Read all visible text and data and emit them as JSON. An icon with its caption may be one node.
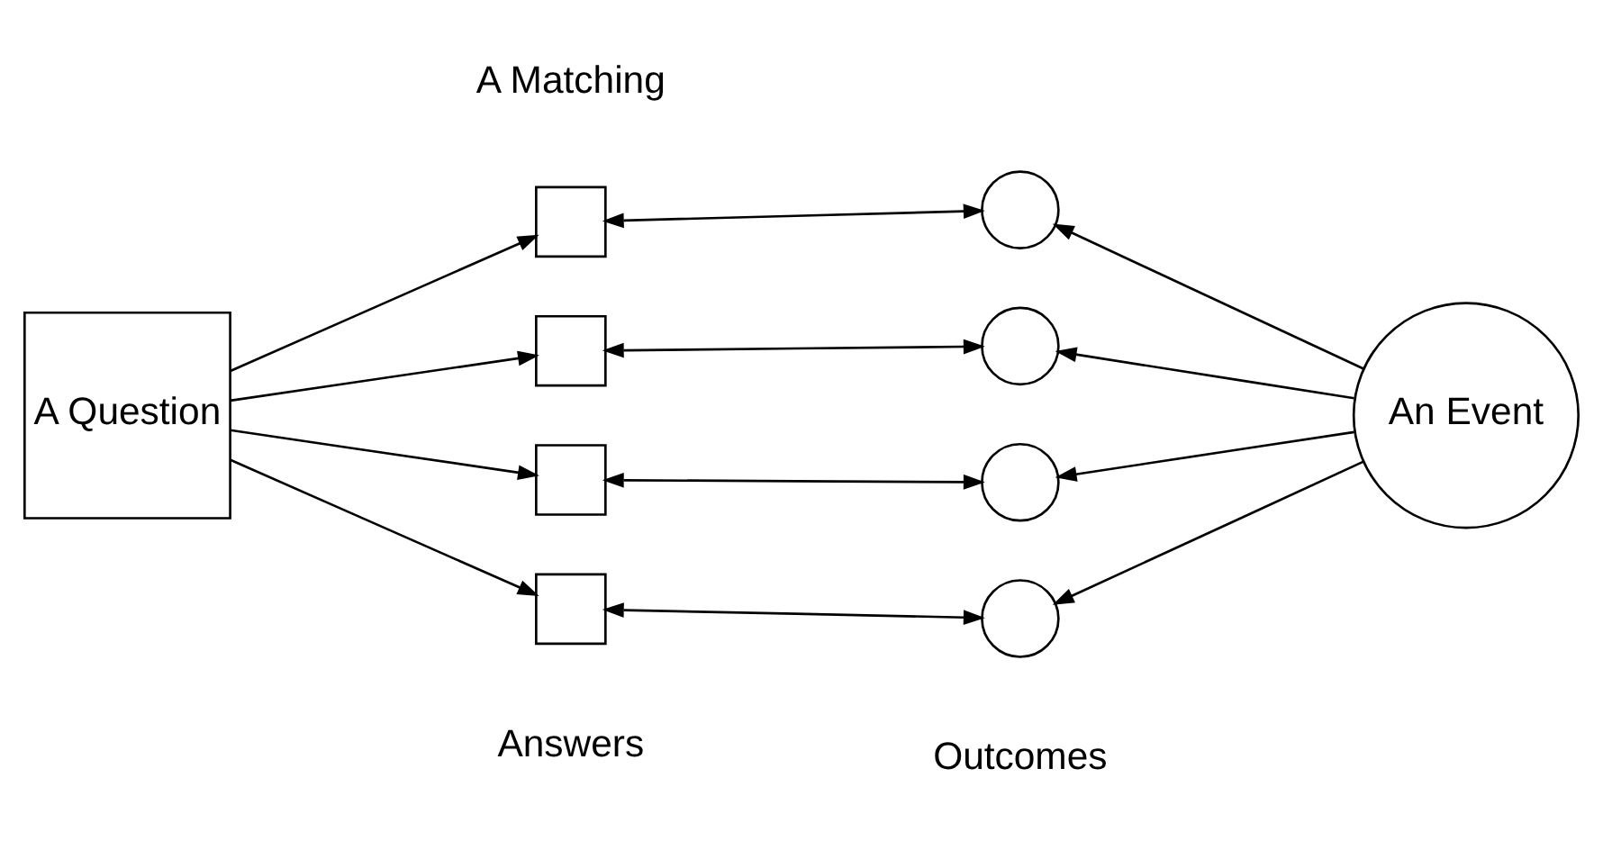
{
  "diagram": {
    "nodes": [
      {
        "text": [
          "A Question"
        ]
      },
      {
        "text": [],
        "shape": "box"
      },
      {
        "text": [],
        "shape": "box"
      },
      {
        "text": [],
        "shape": "box"
      },
      {
        "text": [],
        "shape": "box"
      },
      {
        "text": [],
        "shape": "circle"
      },
      {
        "text": [],
        "shape": "circle"
      },
      {
        "text": [],
        "shape": "circle"
      },
      {
        "text": [],
        "shape": "circle"
      },
      {
        "text": [
          "An Event"
        ]
      }
    ],
    "edges": [
      {
        "from": 0,
        "to": 1,
        "arrow": "to"
      },
      {
        "from": 0,
        "to": 2,
        "arrow": "to"
      },
      {
        "from": 0,
        "to": 3,
        "arrow": "to"
      },
      {
        "from": 0,
        "to": 4,
        "arrow": "to"
      },
      {
        "from": 1,
        "to": 5,
        "arrow": "both"
      },
      {
        "from": 2,
        "to": 6,
        "arrow": "both"
      },
      {
        "from": 3,
        "to": 7,
        "arrow": "both"
      },
      {
        "from": 4,
        "to": 8,
        "arrow": "both"
      },
      {
        "from": 9,
        "to": 5,
        "arrow": "to"
      },
      {
        "from": 9,
        "to": 6,
        "arrow": "to"
      },
      {
        "from": 9,
        "to": 7,
        "arrow": "to"
      },
      {
        "from": 9,
        "to": 8,
        "arrow": "to"
      }
    ],
    "labels": [
      "A Matching",
      "Answers",
      "Outcomes"
    ]
  }
}
